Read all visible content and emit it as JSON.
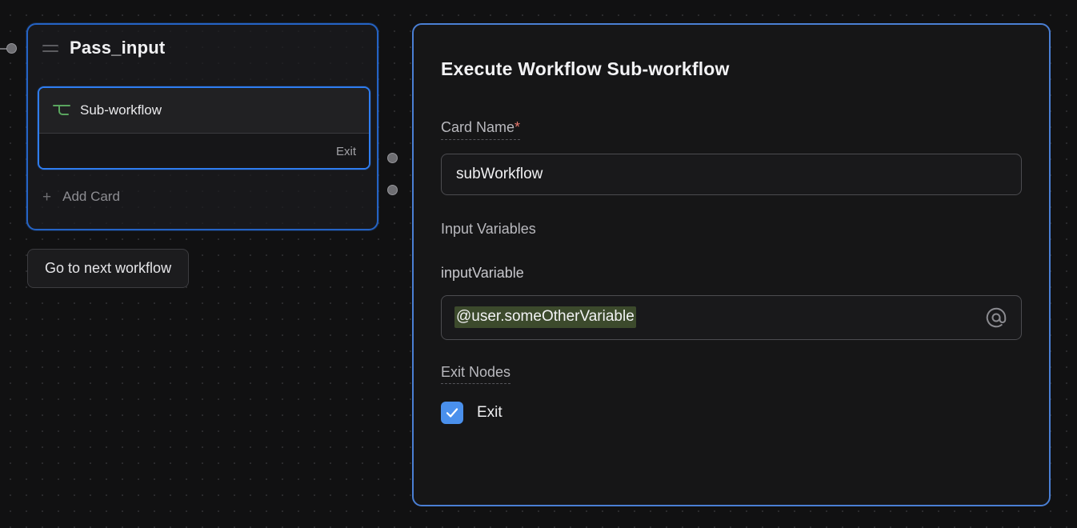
{
  "canvas": {
    "left_connector_icon": "connection-handle",
    "middle_handles": [
      "output-handle-top",
      "output-handle-bottom"
    ]
  },
  "node": {
    "title": "Pass_input",
    "drag_handle_icon": "drag-handle-icon",
    "card": {
      "icon": "sub-workflow-icon",
      "label": "Sub-workflow",
      "exit_label": "Exit"
    },
    "add_card": {
      "icon": "plus-icon",
      "label": "Add Card"
    },
    "border_color": "#2563c4"
  },
  "goto_button": {
    "label": "Go to next workflow"
  },
  "inspector": {
    "title": "Execute Workflow Sub-workflow",
    "card_name": {
      "label": "Card Name",
      "required_marker": "*",
      "value": "subWorkflow"
    },
    "input_variables": {
      "heading": "Input Variables",
      "variable_name": "inputVariable",
      "variable_value": "@user.someOtherVariable",
      "at_icon": "at-icon",
      "token_highlight_color": "#3c4a2c"
    },
    "exit_nodes": {
      "heading": "Exit Nodes",
      "checkbox_checked": true,
      "checkbox_color": "#4a90ec",
      "checkbox_label": "Exit"
    },
    "border_color": "#4a7fd4"
  }
}
